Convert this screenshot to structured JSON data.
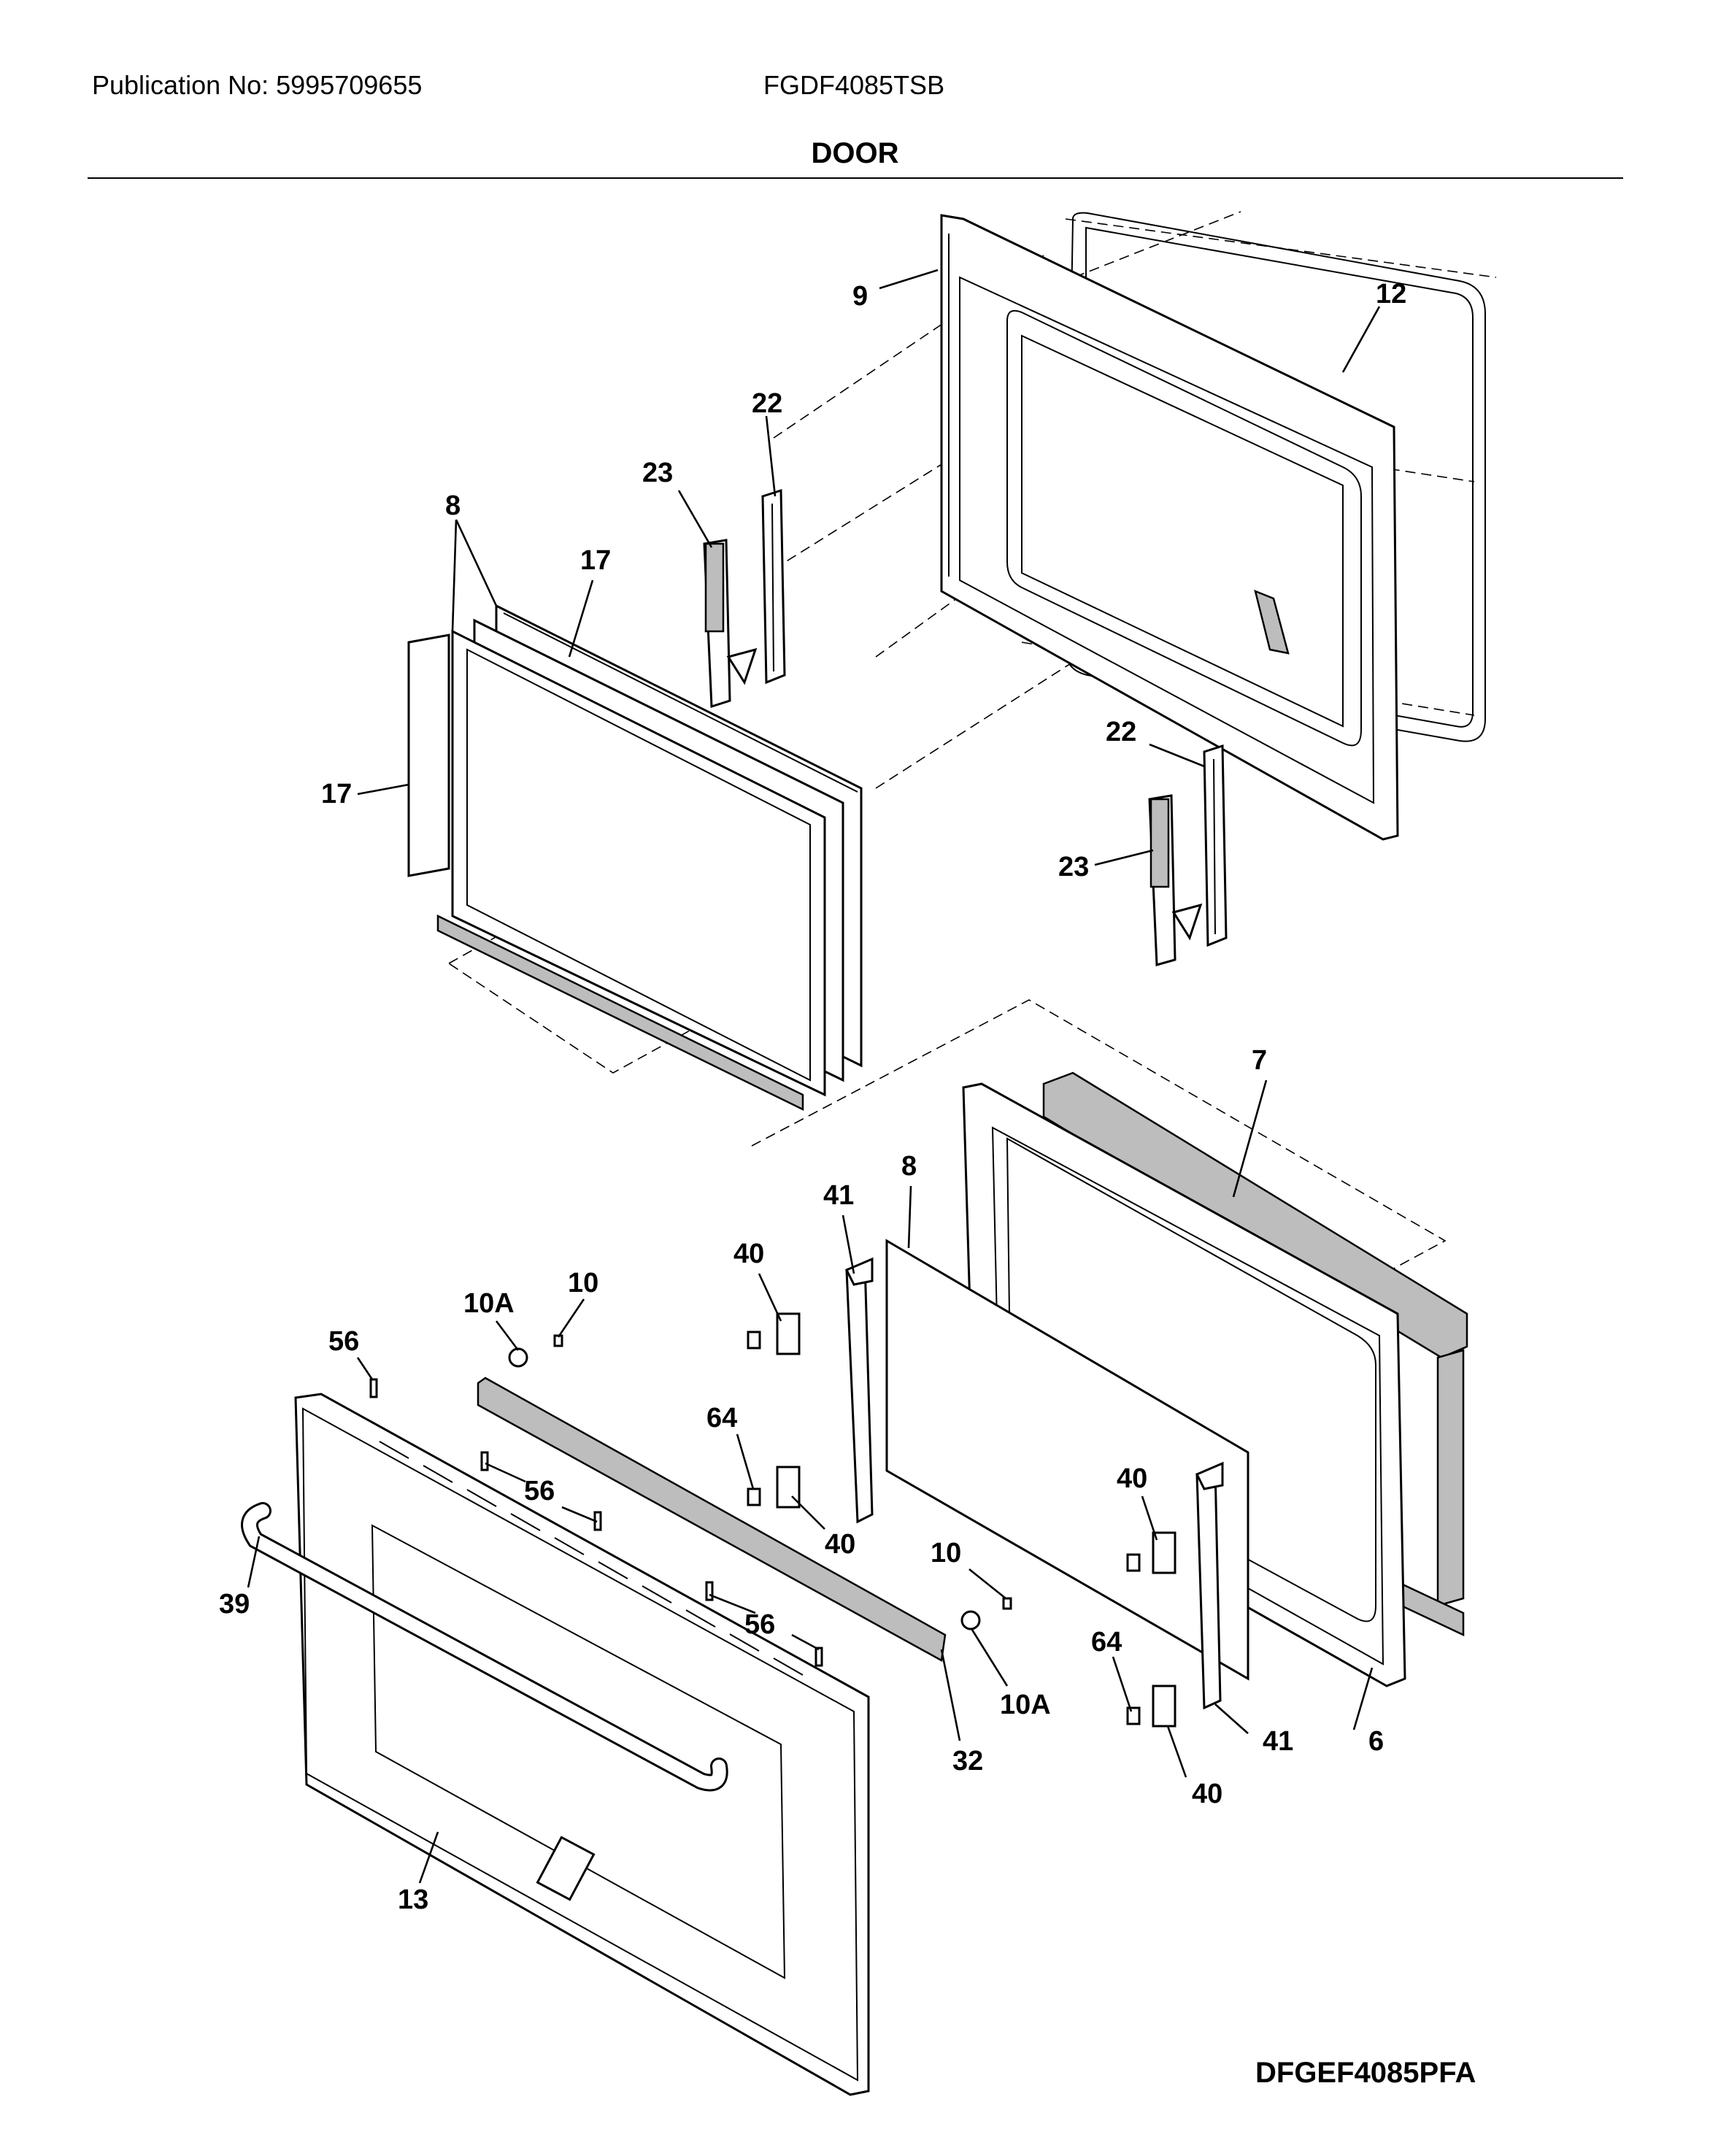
{
  "header": {
    "publication": "Publication No: 5995709655",
    "model": "FGDF4085TSB",
    "section_title": "DOOR"
  },
  "footer": {
    "diagram_code": "DFGEF4085PFA"
  },
  "callouts": [
    {
      "id": "c-9",
      "label": "9"
    },
    {
      "id": "c-12",
      "label": "12"
    },
    {
      "id": "c-22a",
      "label": "22"
    },
    {
      "id": "c-23a",
      "label": "23"
    },
    {
      "id": "c-8a",
      "label": "8"
    },
    {
      "id": "c-17a",
      "label": "17"
    },
    {
      "id": "c-17b",
      "label": "17"
    },
    {
      "id": "c-22b",
      "label": "22"
    },
    {
      "id": "c-23b",
      "label": "23"
    },
    {
      "id": "c-7",
      "label": "7"
    },
    {
      "id": "c-8b",
      "label": "8"
    },
    {
      "id": "c-41a",
      "label": "41"
    },
    {
      "id": "c-40a",
      "label": "40"
    },
    {
      "id": "c-10a",
      "label": "10"
    },
    {
      "id": "c-10Aa",
      "label": "10A"
    },
    {
      "id": "c-56a",
      "label": "56"
    },
    {
      "id": "c-64a",
      "label": "64"
    },
    {
      "id": "c-56b",
      "label": "56"
    },
    {
      "id": "c-40b",
      "label": "40"
    },
    {
      "id": "c-40c",
      "label": "40"
    },
    {
      "id": "c-10b",
      "label": "10"
    },
    {
      "id": "c-56c",
      "label": "56"
    },
    {
      "id": "c-39",
      "label": "39"
    },
    {
      "id": "c-64b",
      "label": "64"
    },
    {
      "id": "c-10Ab",
      "label": "10A"
    },
    {
      "id": "c-32",
      "label": "32"
    },
    {
      "id": "c-41b",
      "label": "41"
    },
    {
      "id": "c-6",
      "label": "6"
    },
    {
      "id": "c-40d",
      "label": "40"
    },
    {
      "id": "c-13",
      "label": "13"
    }
  ]
}
